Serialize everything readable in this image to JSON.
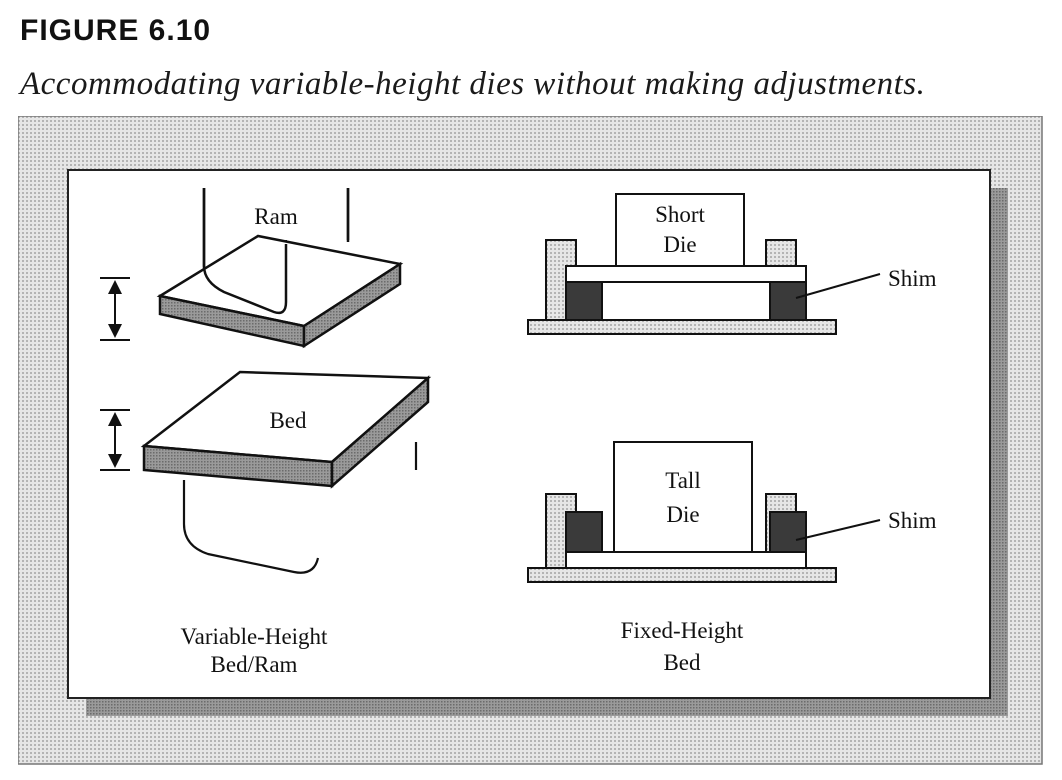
{
  "figure": {
    "number": "FIGURE 6.10",
    "caption": "Accommodating variable-height dies without making adjustments."
  },
  "left_panel": {
    "ram_label": "Ram",
    "bed_label": "Bed",
    "caption_line1": "Variable-Height",
    "caption_line2": "Bed/Ram"
  },
  "right_panel": {
    "short_die_line1": "Short",
    "short_die_line2": "Die",
    "tall_die_line1": "Tall",
    "tall_die_line2": "Die",
    "shim_label_top": "Shim",
    "shim_label_bottom": "Shim",
    "caption_line1": "Fixed-Height",
    "caption_line2": "Bed"
  },
  "colors": {
    "halftone": "#c9c9c9",
    "dark_shim": "#3a3a3a",
    "mid_gray": "#8f8f8f",
    "shadow": "#555555"
  }
}
